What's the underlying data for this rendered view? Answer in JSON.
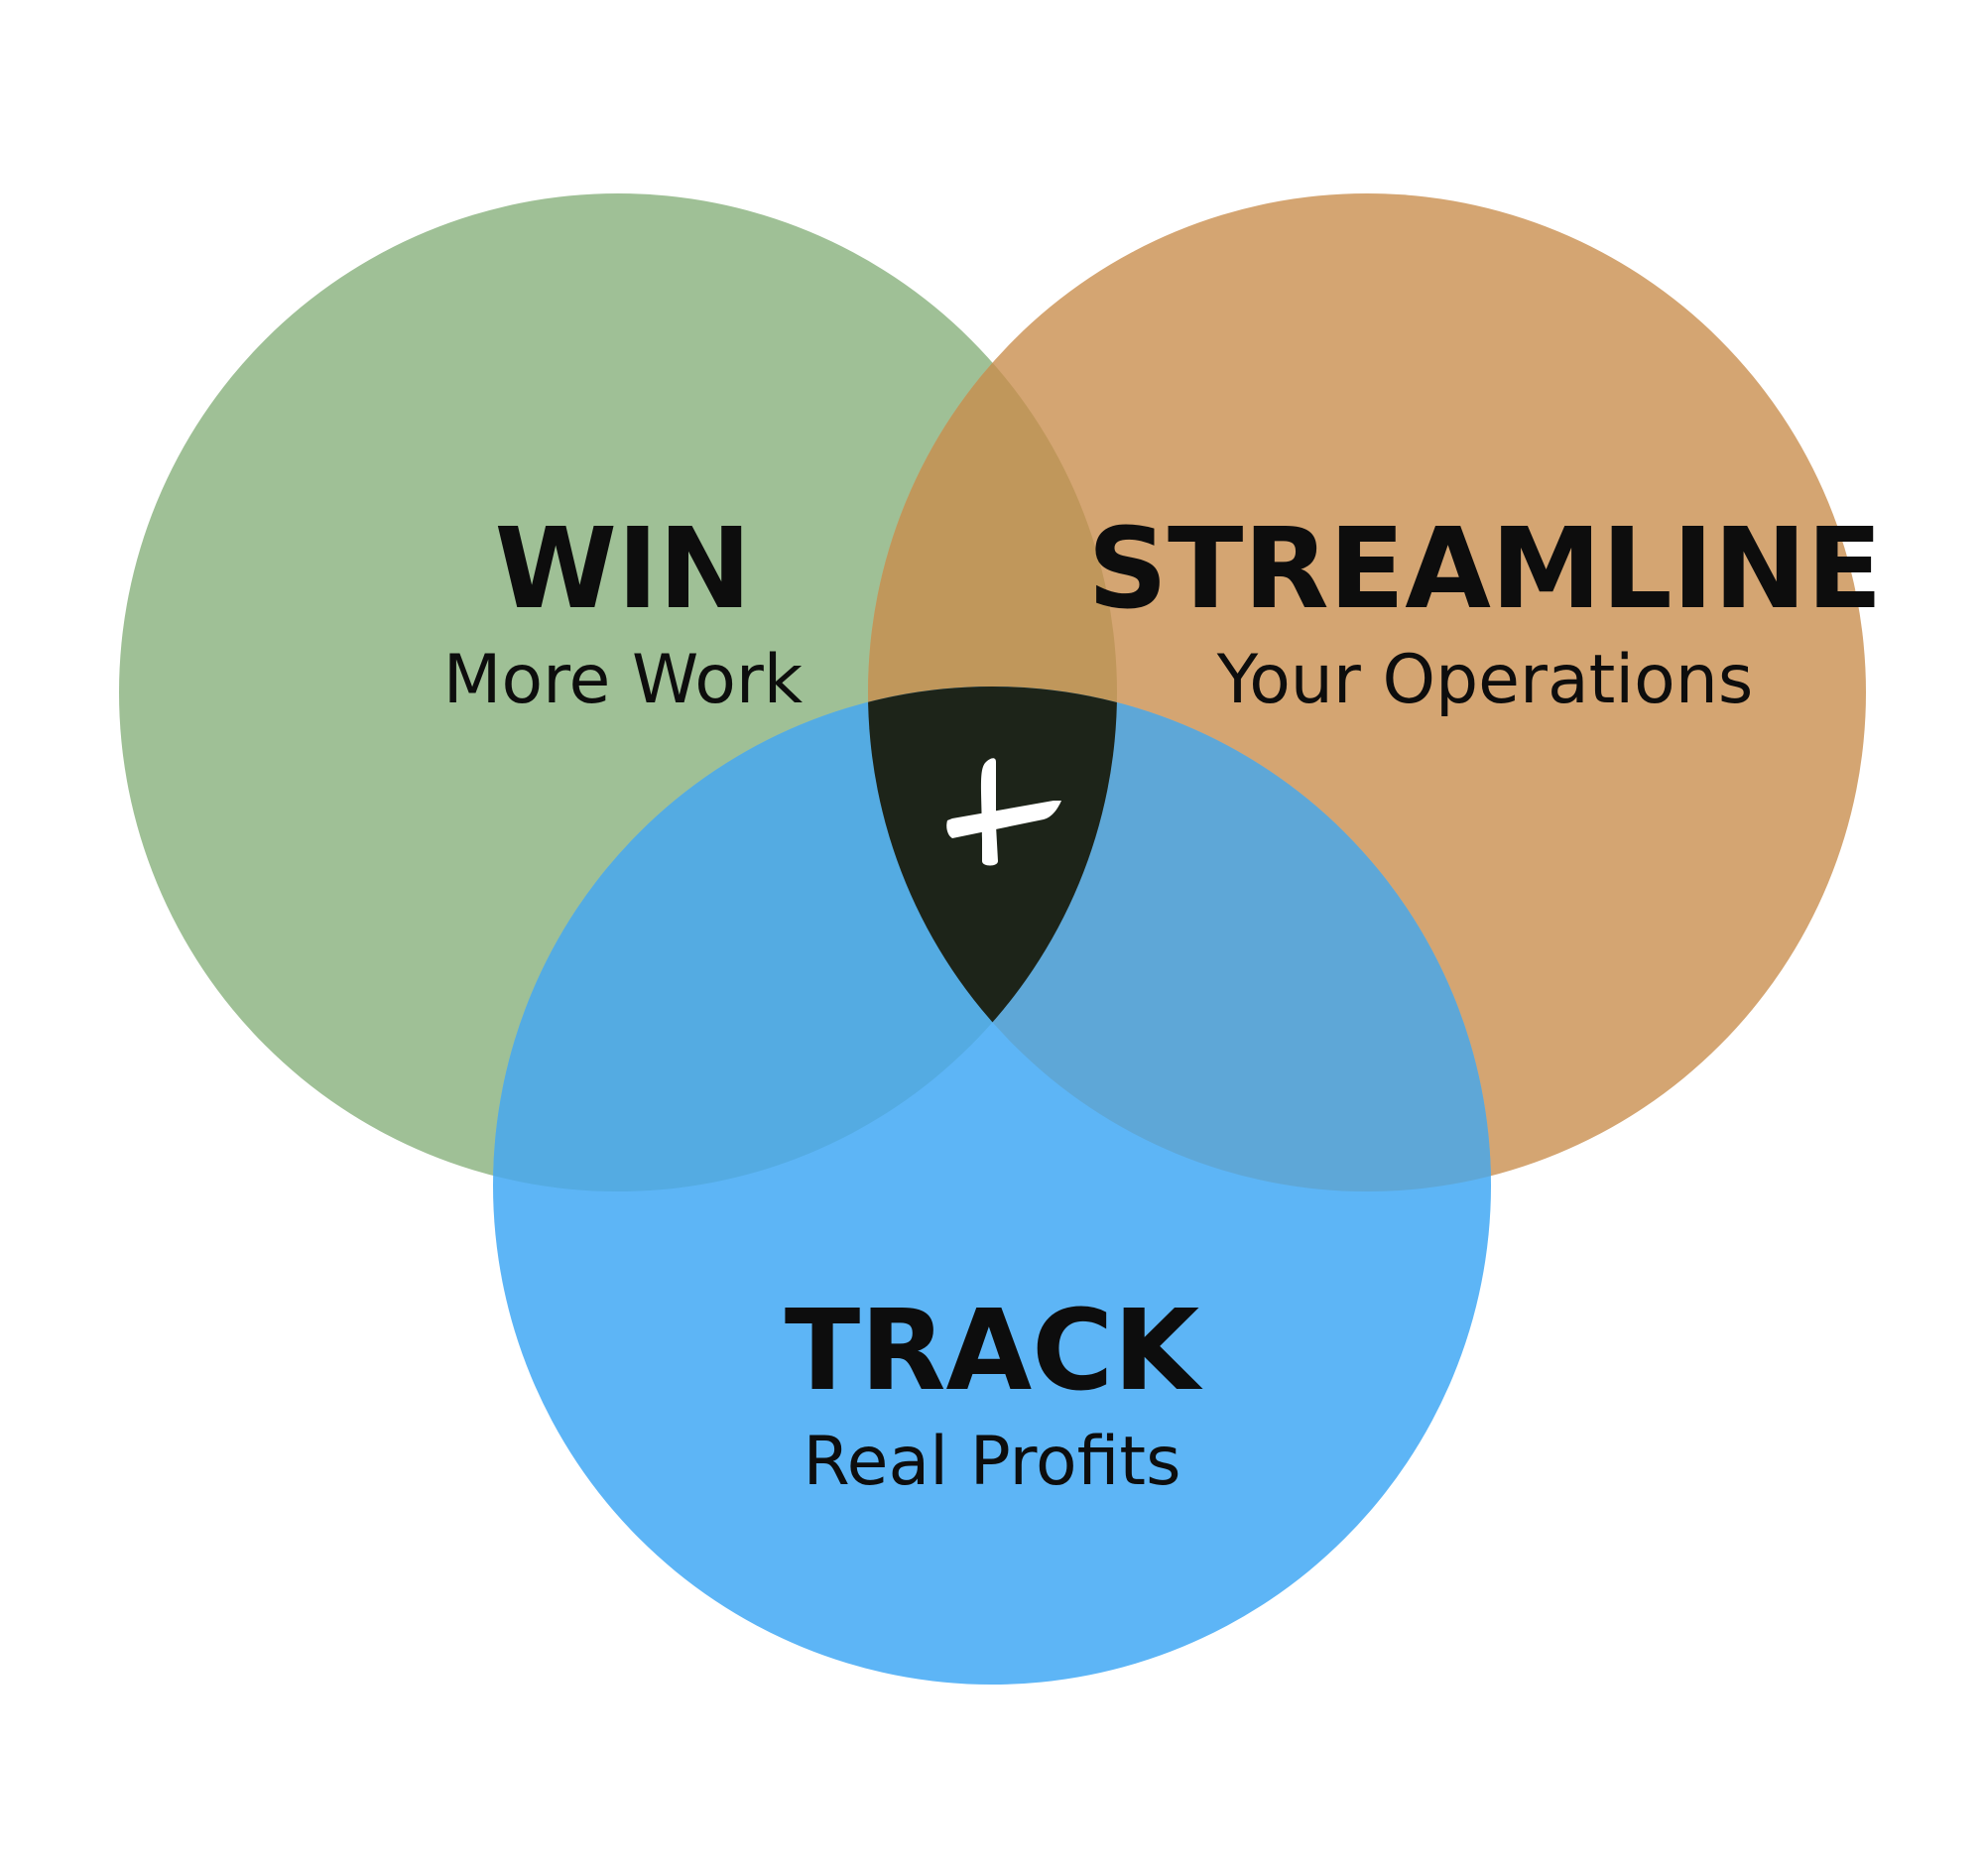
{
  "diagram": {
    "type": "venn-3",
    "colors": {
      "win": "#9fc096",
      "streamline": "#d4a572",
      "track": "#5db5f6",
      "win_streamline": "#c0975b",
      "win_track": "#54abe2",
      "streamline_track": "#5ea7d7",
      "center": "#1d2419",
      "icon": "#ffffff"
    },
    "sets": [
      {
        "id": "win",
        "title": "WIN",
        "subtitle": "More Work"
      },
      {
        "id": "streamline",
        "title": "STREAMLINE",
        "subtitle": "Your Operations"
      },
      {
        "id": "track",
        "title": "TRACK",
        "subtitle": "Real Profits"
      }
    ],
    "center_icon": "plus-brand-icon"
  }
}
